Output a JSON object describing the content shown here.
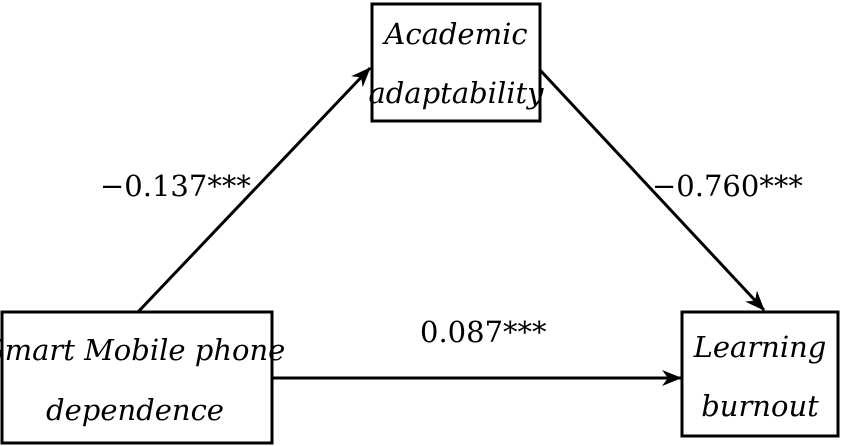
{
  "nodes": {
    "mediator": {
      "line1": "Academic",
      "line2": "adaptability"
    },
    "predictor": {
      "line1": "Smart Mobile phone",
      "line2": "dependence"
    },
    "outcome": {
      "line1": "Learning",
      "line2": "burnout"
    }
  },
  "paths": {
    "a": {
      "coefficient": "−0.137***"
    },
    "b": {
      "coefficient": "−0.760***"
    },
    "c": {
      "coefficient": "0.087***"
    }
  },
  "colors": {
    "stroke": "#000000",
    "background": "#ffffff"
  }
}
